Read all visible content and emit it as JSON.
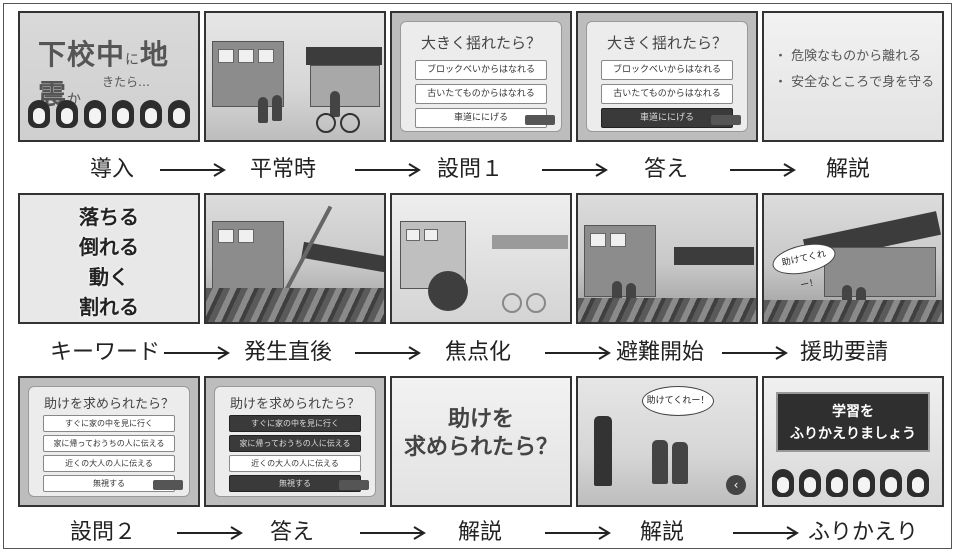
{
  "rows": [
    {
      "steps": [
        {
          "label": "導入"
        },
        {
          "label": "平常時"
        },
        {
          "label": "設問１"
        },
        {
          "label": "答え"
        },
        {
          "label": "解説"
        }
      ]
    },
    {
      "steps": [
        {
          "label": "キーワード"
        },
        {
          "label": "発生直後"
        },
        {
          "label": "焦点化"
        },
        {
          "label": "避難開始"
        },
        {
          "label": "援助要請"
        }
      ]
    },
    {
      "steps": [
        {
          "label": "設問２"
        },
        {
          "label": "答え"
        },
        {
          "label": "解説"
        },
        {
          "label": "解説"
        },
        {
          "label": "ふりかえり"
        }
      ]
    }
  ],
  "slides": {
    "intro": {
      "title_a": "下校中",
      "title_b": "に",
      "title_c": "地震",
      "title_d": "か",
      "sub": "きたら…"
    },
    "quiz1": {
      "question": "大きく揺れたら？",
      "options": [
        "ブロックべいからはなれる",
        "古いたてものからはなれる",
        "車道ににげる"
      ]
    },
    "explain1": {
      "bullets": [
        "・ 危険なものから離れる",
        "・ 安全なところで身を守る"
      ]
    },
    "keywords": [
      "落ちる",
      "倒れる",
      "動く",
      "割れる"
    ],
    "help_call": {
      "bubble": "助けてくれー！"
    },
    "quiz2": {
      "question": "助けを求められたら？",
      "options": [
        "すぐに家の中を見に行く",
        "家に帰っておうちの人に伝える",
        "近くの大人の人に伝える",
        "無視する"
      ]
    },
    "explain2": {
      "line1": "助けを",
      "line2": "求められたら？"
    },
    "explain3": {
      "bubble": "助けてくれー！"
    },
    "review": {
      "line1": "学習を",
      "line2": "ふりかえりましょう"
    }
  },
  "colors": {
    "ink": "#222222",
    "border": "#333333",
    "dark_option": "#3a3a3a"
  }
}
